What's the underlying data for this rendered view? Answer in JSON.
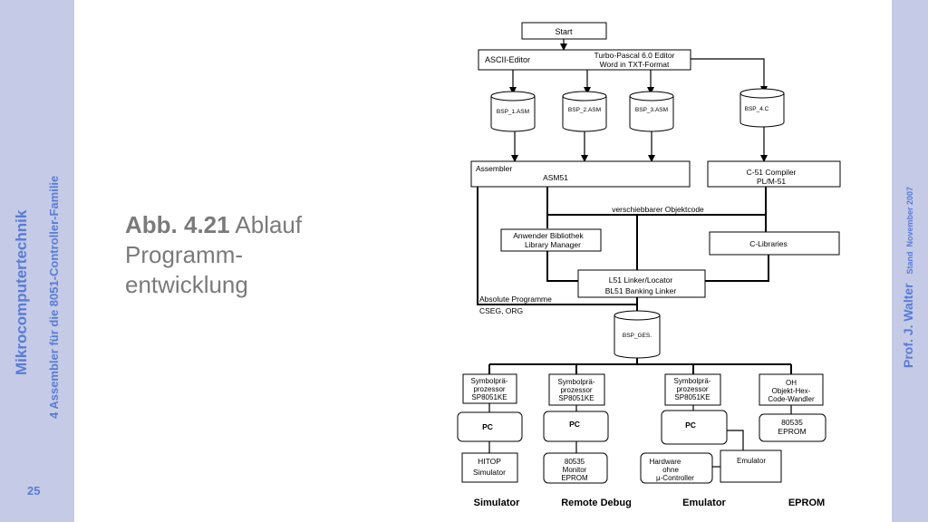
{
  "sidebar_left": {
    "title": "Mikrocomputertechnik",
    "subtitle": "4 Assembler für die 8051-Controller-Familie",
    "page_number": "25"
  },
  "sidebar_right": {
    "author": "Prof. J. Walter",
    "stand": "Stand  November 2007"
  },
  "caption": {
    "label": "Abb. 4.21",
    "title_part1": "Ablauf",
    "title_part2": "Programm-",
    "title_part3": "entwicklung"
  },
  "diagram": {
    "start": "Start",
    "editor_left": "ASCII-Editor",
    "editor_right_1": "Turbo-Pascal 6.0 Editor",
    "editor_right_2": "Word in TXT-Format",
    "files": [
      "BSP_1.ASM",
      "BSP_2.ASM",
      "BSP_3.ASM",
      "BSP_4.C"
    ],
    "assembler_1": "Assembler",
    "assembler_2": "ASM51",
    "compiler_1": "C-51 Compiler",
    "compiler_2": "PL/M-51",
    "objcode": "verschiebbarer Objektcode",
    "library_1": "Anwender Bibliothek",
    "library_2": "Library Manager",
    "clibs": "C-Libraries",
    "linker_1": "L51 Linker/Locator",
    "linker_2": "BL51 Banking Linker",
    "absolute_1": "Absolute Programme",
    "absolute_2": "CSEG, ORG",
    "gesfile": "BSP_GES.",
    "sym_1": "Symbolprä-",
    "sym_2": "prozessor",
    "sym_3": "SP8051KE",
    "oh_1": "OH",
    "oh_2": "Objekt-Hex-",
    "oh_3": "Code-Wandler",
    "pc": "PC",
    "eprom_dev_1": "80535",
    "eprom_dev_2": "EPROM",
    "hitop_1": "HITOP",
    "hitop_2": "Simulator",
    "monitor_1": "80535",
    "monitor_2": "Monitor",
    "monitor_3": "EPROM",
    "hw_1": "Hardware",
    "hw_2": "ohne",
    "hw_3": "µ-Controller",
    "emulator_box": "Emulator",
    "labels": [
      "Simulator",
      "Remote Debug",
      "Emulator",
      "EPROM"
    ]
  }
}
